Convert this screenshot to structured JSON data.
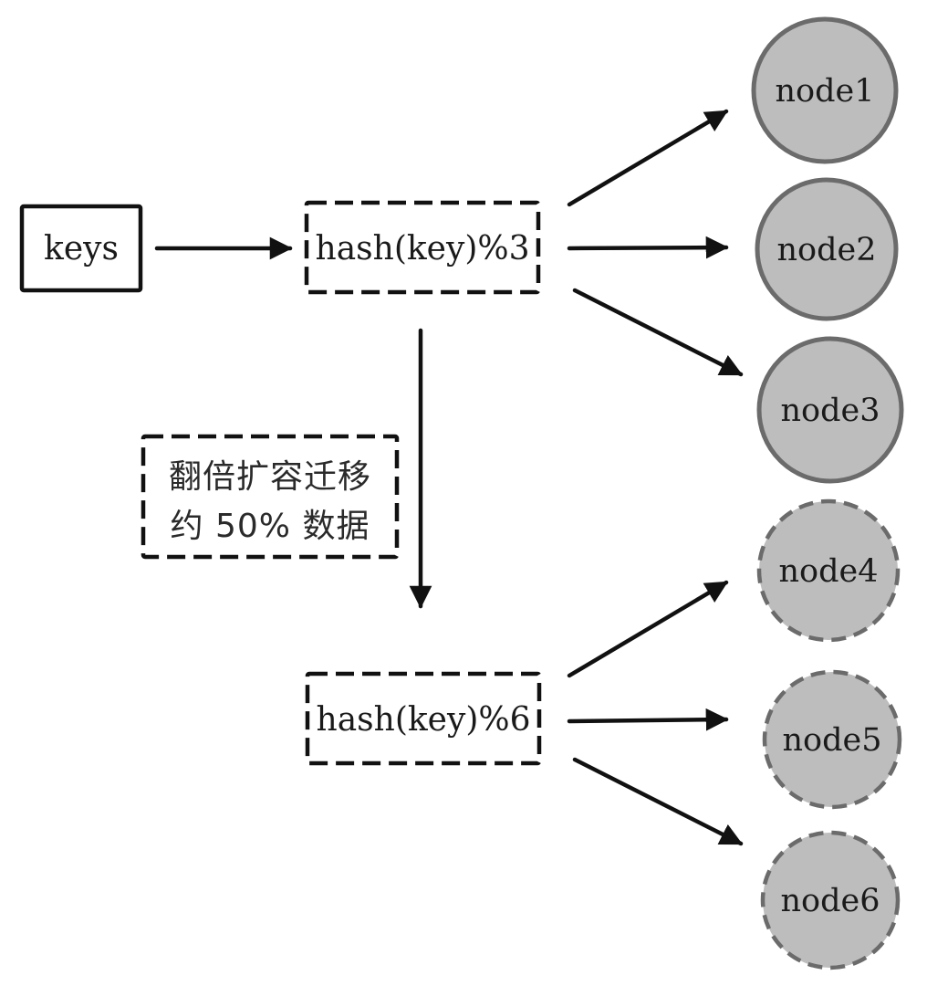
{
  "nodes": {
    "keys": "keys",
    "hash3": "hash(key)%3",
    "hash6": "hash(key)%6",
    "node1": "node1",
    "node2": "node2",
    "node3": "node3",
    "node4": "node4",
    "node5": "node5",
    "node6": "node6"
  },
  "note": {
    "line1": "翻倍扩容迁移",
    "line2": "约 50% 数据"
  },
  "colors": {
    "node_fill": "#bdbdbd",
    "node_stroke": "#6b6b6b",
    "edge": "#111111"
  }
}
